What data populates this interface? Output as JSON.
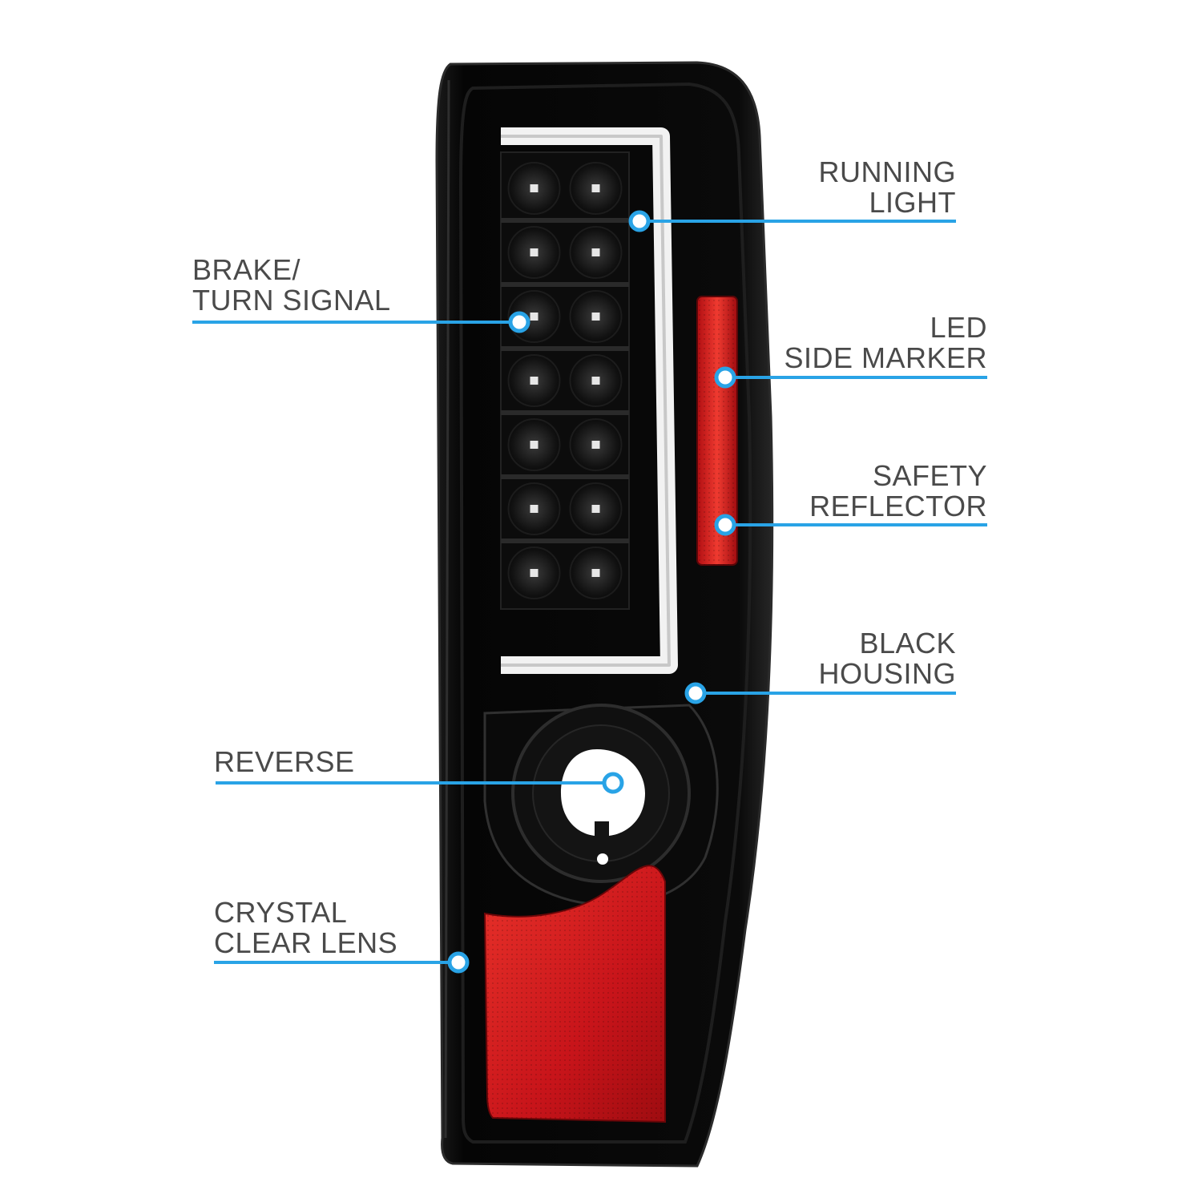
{
  "colors": {
    "accent": "#29a3e6",
    "housing": "#0b0b0b",
    "reflector_red": "#d11a1a",
    "label_text": "#4a4a4a"
  },
  "callouts": {
    "running_light": {
      "line1": "RUNNING",
      "line2": "LIGHT"
    },
    "brake_turn": {
      "line1": "BRAKE/",
      "line2": "TURN SIGNAL"
    },
    "led_side_marker": {
      "line1": "LED",
      "line2": "SIDE MARKER"
    },
    "safety_reflector": {
      "line1": "SAFETY",
      "line2": "REFLECTOR"
    },
    "black_housing": {
      "line1": "BLACK",
      "line2": "HOUSING"
    },
    "reverse": {
      "line1": "REVERSE"
    },
    "crystal_clear_lens": {
      "line1": "CRYSTAL",
      "line2": "CLEAR LENS"
    }
  }
}
